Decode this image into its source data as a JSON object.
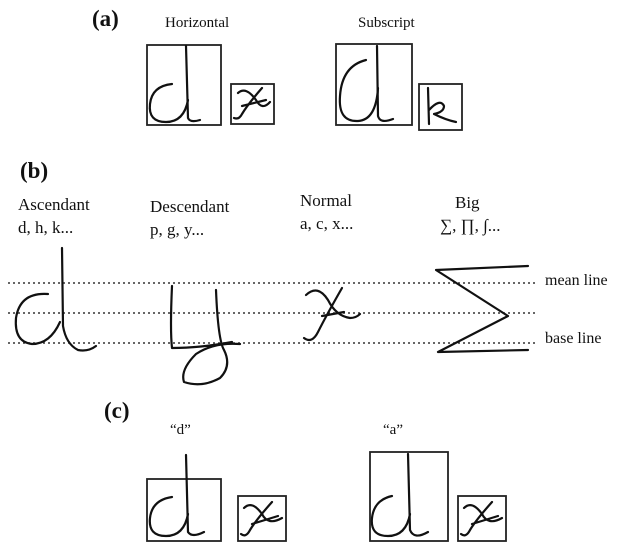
{
  "panel_a": {
    "label": "(a)",
    "captions": [
      "Horizontal",
      "Subscript"
    ]
  },
  "panel_b": {
    "label": "(b)",
    "categories": [
      {
        "name": "Ascendant",
        "examples": "d, h, k..."
      },
      {
        "name": "Descendant",
        "examples": "p, g, y..."
      },
      {
        "name": "Normal",
        "examples": "a, c, x..."
      },
      {
        "name": "Big",
        "examples": "∑, ∏, ∫..."
      }
    ],
    "mean_line_label": "mean line",
    "base_line_label": "base line"
  },
  "panel_c": {
    "label": "(c)",
    "captions": [
      "“d”",
      "“a”"
    ]
  }
}
